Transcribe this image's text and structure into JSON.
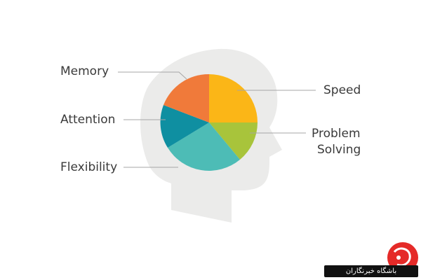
{
  "labels": {
    "memory": "Memory",
    "attention": "Attention",
    "flexibility": "Flexibility",
    "speed": "Speed",
    "problem_solving_line1": "Problem",
    "problem_solving_line2": "Solving"
  },
  "colors": {
    "head": "#ebebea",
    "speed": "#fbb617",
    "problem_solving": "#a8c43b",
    "flexibility": "#4dbcb6",
    "attention": "#0f8fa1",
    "memory": "#f07a3a",
    "leader_line": "#a6a6a6",
    "watermark_bar": "#111111",
    "watermark_mark": "#e52a28"
  },
  "watermark": {
    "text": "باشگاه خبرنگاران"
  }
}
